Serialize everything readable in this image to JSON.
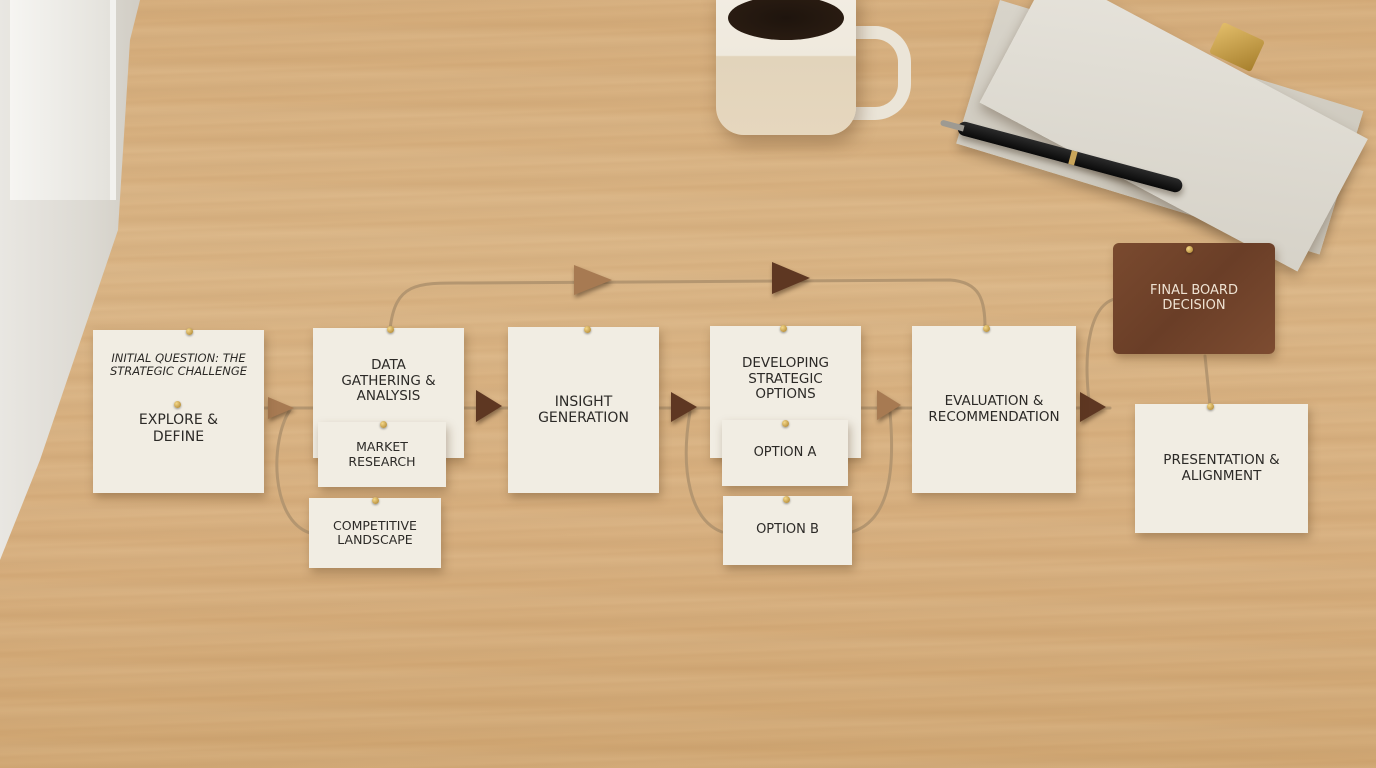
{
  "scene": {
    "description_colors": {
      "wood": "#d6ad7c",
      "card": "#f1ede3",
      "walnut": "#6f4229",
      "twine": "#b89a72"
    }
  },
  "cards": {
    "explore": {
      "heading": "INITIAL QUESTION: THE STRATEGIC CHALLENGE",
      "title": "EXPLORE & DEFINE"
    },
    "data": {
      "title": "DATA GATHERING & ANALYSIS"
    },
    "market": {
      "title": "MARKET RESEARCH"
    },
    "competitive": {
      "title": "COMPETITIVE LANDSCAPE"
    },
    "insight": {
      "title": "INSIGHT GENERATION"
    },
    "developing": {
      "title": "DEVELOPING STRATEGIC OPTIONS"
    },
    "option_a": {
      "title": "OPTION A"
    },
    "option_b": {
      "title": "OPTION B"
    },
    "evaluation": {
      "title": "EVALUATION & RECOMMENDATION"
    },
    "final": {
      "title": "FINAL BOARD DECISION"
    },
    "presentation": {
      "title": "PRESENTATION & ALIGNMENT"
    }
  }
}
